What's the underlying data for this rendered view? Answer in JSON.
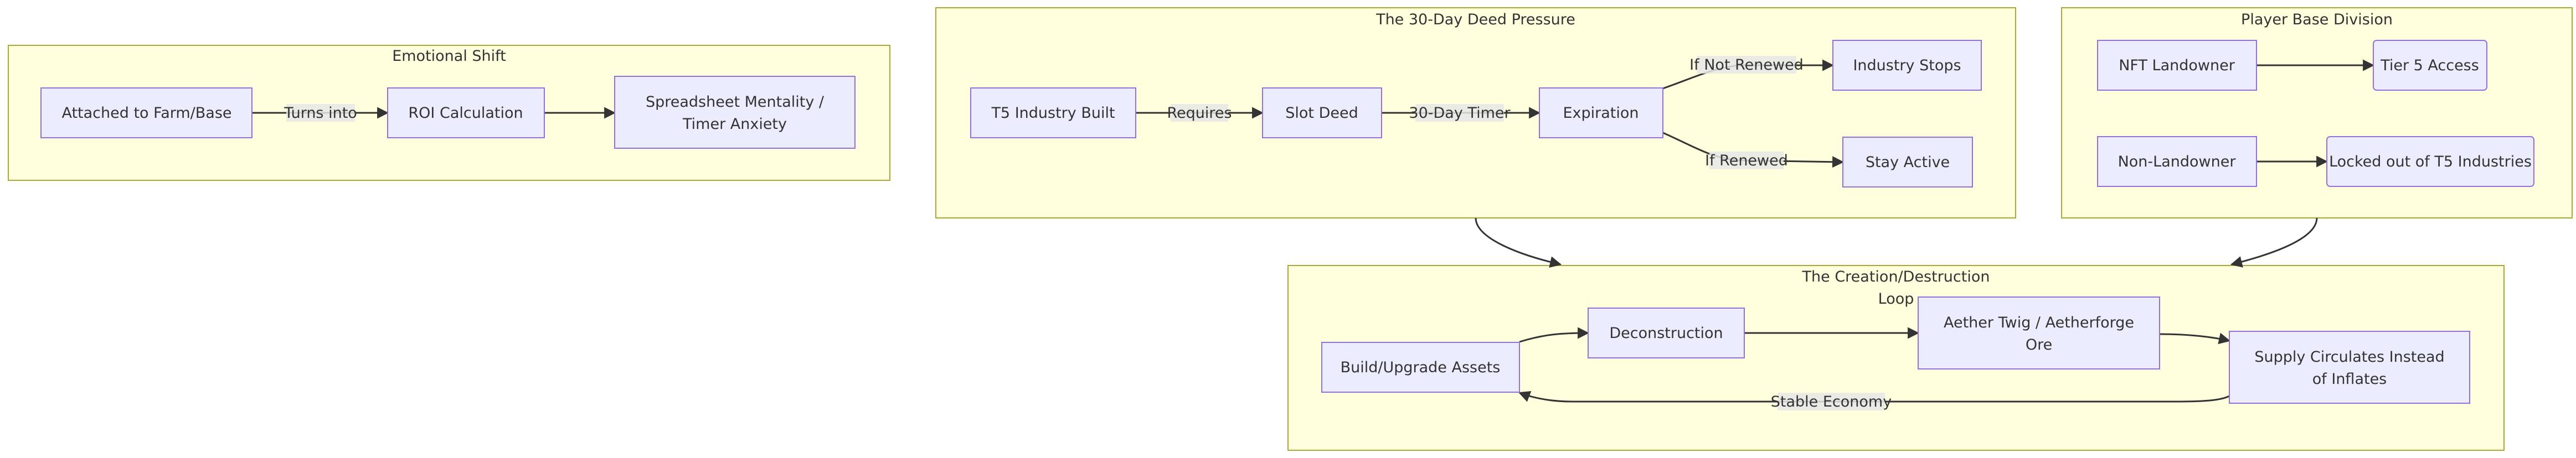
{
  "clusters": {
    "emotional": {
      "title": "Emotional Shift"
    },
    "deed": {
      "title": "The 30-Day Deed Pressure"
    },
    "player": {
      "title": "Player Base Division"
    },
    "loop": {
      "title_line1": "The Creation/Destruction",
      "title_line2": "Loop"
    }
  },
  "nodes": {
    "attached": "Attached to Farm/Base",
    "roi": "ROI Calculation",
    "spreadsheet_1": "Spreadsheet Mentality /",
    "spreadsheet_2": "Timer Anxiety",
    "t5_built": "T5 Industry Built",
    "slot_deed": "Slot Deed",
    "expiration": "Expiration",
    "industry_stops": "Industry Stops",
    "stay_active": "Stay Active",
    "nft_landowner": "NFT Landowner",
    "tier5": "Tier 5 Access",
    "non_landowner": "Non-Landowner",
    "locked_out": "Locked out of T5 Industries",
    "build_upgrade": "Build/Upgrade Assets",
    "deconstruction": "Deconstruction",
    "aether_1": "Aether Twig / Aetherforge",
    "aether_2": "Ore",
    "supply_1": "Supply Circulates Instead",
    "supply_2": "of Inflates"
  },
  "edges": {
    "turns_into": "Turns into",
    "requires": "Requires",
    "timer": "30-Day Timer",
    "not_renewed": "If Not Renewed",
    "renewed": "If Renewed",
    "stable_economy": "Stable Economy"
  },
  "colors": {
    "cluster_fill": "#ffffde",
    "cluster_stroke": "#aaaa33",
    "node_fill": "#ececff",
    "node_stroke": "#9370db",
    "edge": "#333333"
  }
}
